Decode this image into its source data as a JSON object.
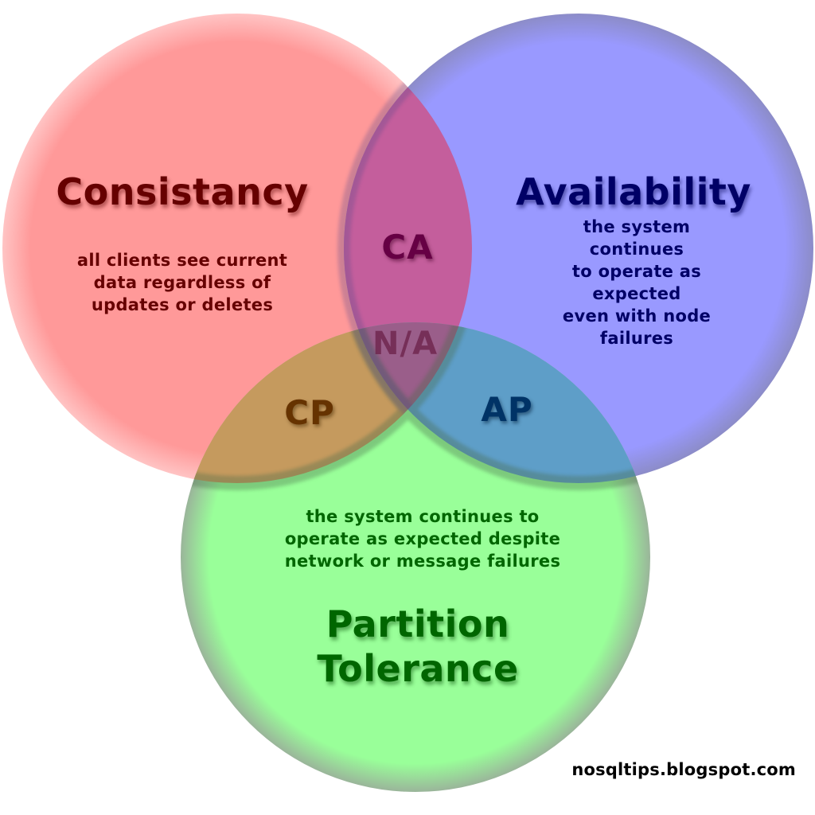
{
  "diagram": {
    "type": "venn",
    "topic": "CAP theorem",
    "circles": [
      {
        "id": "consistency",
        "title": "Consistancy",
        "description": "all clients see current\ndata regardless of\nupdates or deletes",
        "fill": "#ff9999",
        "text_color": "#660000"
      },
      {
        "id": "availability",
        "title": "Availability",
        "description": "the system continues\nto operate as expected\neven with node failures",
        "fill": "#9999ff",
        "text_color": "#000066"
      },
      {
        "id": "partition_tolerance",
        "title": "Partition\nTolerance",
        "description": "the system continues to\noperate as expected despite\nnetwork or message failures",
        "fill": "#99ff99",
        "text_color": "#006600"
      }
    ],
    "intersections": {
      "ca": "CA",
      "cp": "CP",
      "ap": "AP",
      "cap": "N/A"
    },
    "credit": "nosqltips.blogspot.com"
  }
}
